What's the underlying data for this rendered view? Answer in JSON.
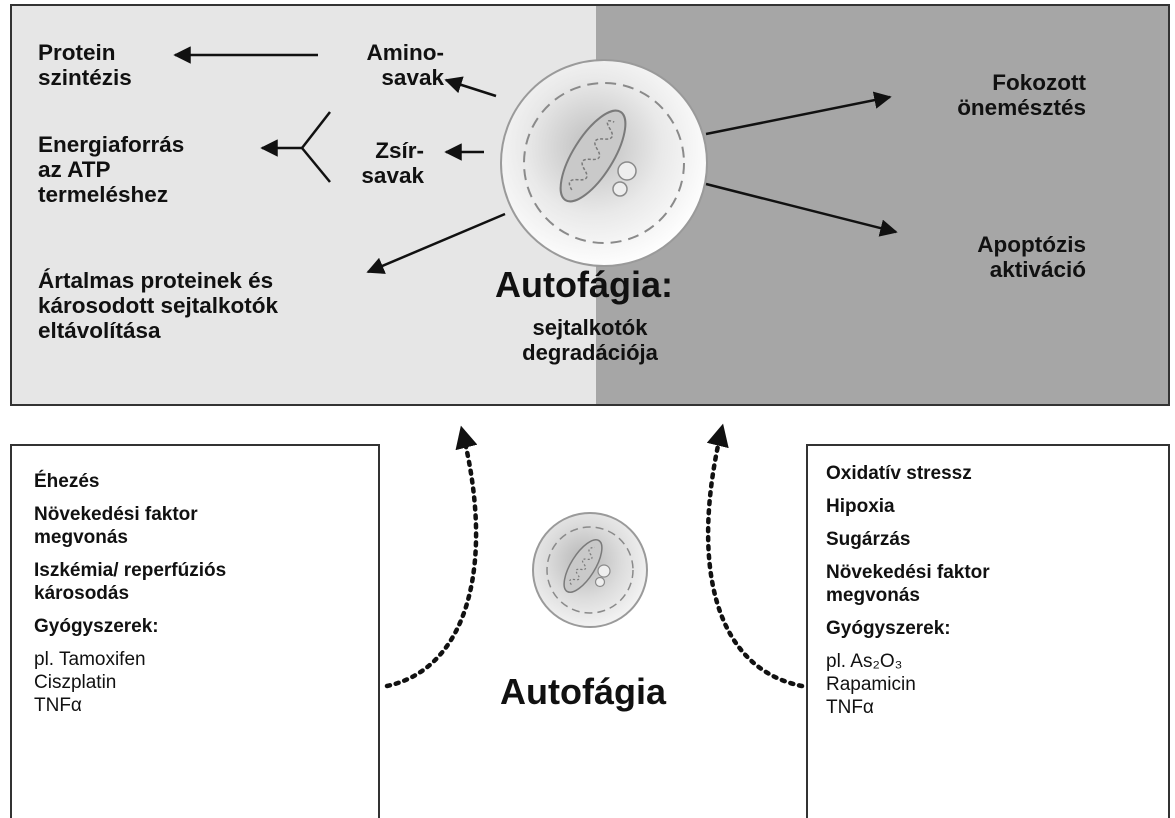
{
  "top": {
    "left": {
      "protein": "Protein\nszintézis",
      "amino": "Amino-\nsavak",
      "energy": "Energiaforrás\naz ATP\ntermeléshez",
      "fatty": "Zsír-\nsavak",
      "removal": "Ártalmas proteinek és\nkárosodott sejtalkotók\neltávolítása"
    },
    "center": {
      "title": "Autofágia:",
      "subtitle": "sejtalkotók\ndegradációja"
    },
    "right": {
      "self_digestion": "Fokozott\nönemésztés",
      "apoptosis": "Apoptózis\naktiváció"
    }
  },
  "bottom": {
    "title": "Autofágia",
    "left_box": [
      {
        "text": "Éhezés",
        "bold": true
      },
      {
        "text": "Növekedési faktor\nmegvonás",
        "bold": true
      },
      {
        "text": "Iszkémia/ reperfúziós\nkárosodás",
        "bold": true
      },
      {
        "text": "Gyógyszerek:",
        "bold": true
      },
      {
        "text": "pl. Tamoxifen",
        "bold": false
      },
      {
        "text": "Ciszplatin",
        "bold": false
      },
      {
        "text": "TNFα",
        "bold": false
      }
    ],
    "right_box": [
      {
        "text": "Oxidatív stressz",
        "bold": true
      },
      {
        "text": "Hipoxia",
        "bold": true
      },
      {
        "text": "Sugárzás",
        "bold": true
      },
      {
        "text": "Növekedési faktor\nmegvonás",
        "bold": true
      },
      {
        "text": "Gyógyszerek:",
        "bold": true
      },
      {
        "text": "pl. As₂O₃",
        "bold": false
      },
      {
        "text": "Rapamicin",
        "bold": false
      },
      {
        "text": "TNFα",
        "bold": false
      }
    ]
  },
  "colors": {
    "left_bg": "#e6e6e6",
    "right_bg": "#a6a6a6",
    "ink": "#111111"
  },
  "icons": [
    "cell-icon",
    "mitochondrion-icon"
  ]
}
